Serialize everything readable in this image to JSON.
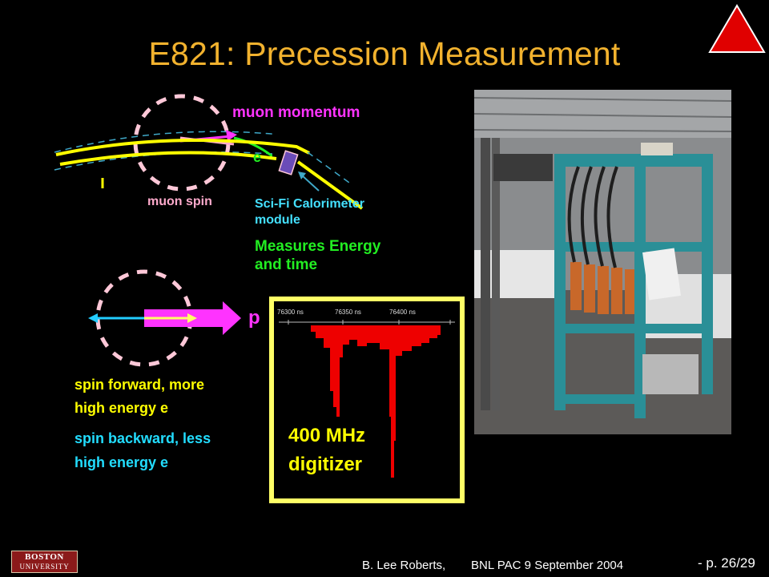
{
  "slide": {
    "title": "E821: Precession Measurement",
    "diagram": {
      "muon_momentum": "muon momentum",
      "e_label": "e",
      "muon_spin": "muon spin",
      "calorimeter_1": "Sci-Fi Calorimeter",
      "calorimeter_2": "module",
      "measures_1": "Measures Energy",
      "measures_2": "and time",
      "p_label": "p",
      "spin_forward_1": "spin forward, more",
      "spin_forward_2": "high energy e",
      "spin_backward_1": "spin backward, less",
      "spin_backward_2": "high energy e"
    },
    "digitizer": {
      "tick_labels": [
        "76300 ns",
        "76350 ns",
        "76400 ns"
      ],
      "label_1": "400 MHz",
      "label_2": "digitizer"
    },
    "footer": {
      "logo_line1": "BOSTON",
      "logo_line2": "UNIVERSITY",
      "author": "B. Lee Roberts,",
      "event": "BNL PAC  9 September 2004",
      "page": "- p. 26/29"
    },
    "colors": {
      "title": "#f2b22e",
      "magenta": "#ff33ff",
      "yellow": "#ffff00",
      "cyan": "#22ddff",
      "green": "#22ee22",
      "red": "#ee0000"
    },
    "icons": {
      "nav": "red-triangle-up-icon"
    }
  }
}
